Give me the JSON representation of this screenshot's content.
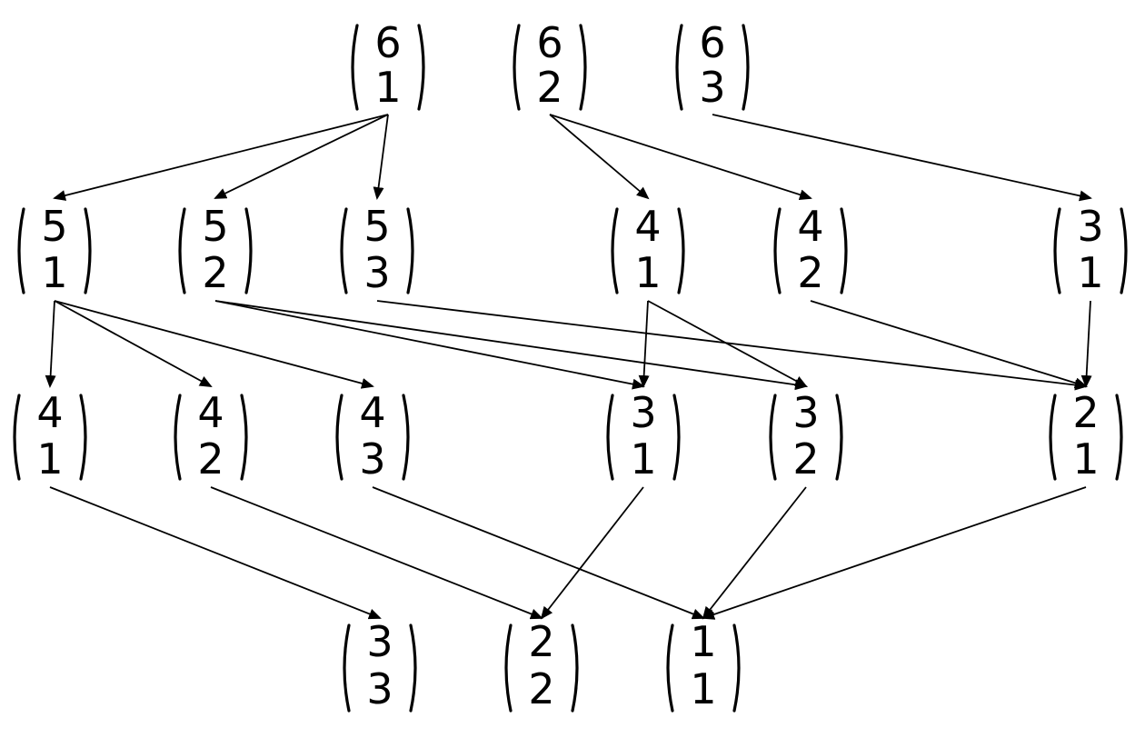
{
  "diagram": {
    "nodes": [
      {
        "id": "r0c0",
        "top": "6",
        "bottom": "1"
      },
      {
        "id": "r0c1",
        "top": "6",
        "bottom": "2"
      },
      {
        "id": "r0c2",
        "top": "6",
        "bottom": "3"
      },
      {
        "id": "r1c0",
        "top": "5",
        "bottom": "1"
      },
      {
        "id": "r1c1",
        "top": "5",
        "bottom": "2"
      },
      {
        "id": "r1c2",
        "top": "5",
        "bottom": "3"
      },
      {
        "id": "r1c3",
        "top": "4",
        "bottom": "1"
      },
      {
        "id": "r1c4",
        "top": "4",
        "bottom": "2"
      },
      {
        "id": "r1c5",
        "top": "3",
        "bottom": "1"
      },
      {
        "id": "r2c0",
        "top": "4",
        "bottom": "1"
      },
      {
        "id": "r2c1",
        "top": "4",
        "bottom": "2"
      },
      {
        "id": "r2c2",
        "top": "4",
        "bottom": "3"
      },
      {
        "id": "r2c3",
        "top": "3",
        "bottom": "1"
      },
      {
        "id": "r2c4",
        "top": "3",
        "bottom": "2"
      },
      {
        "id": "r2c5",
        "top": "2",
        "bottom": "1"
      },
      {
        "id": "r3c0",
        "top": "3",
        "bottom": "3"
      },
      {
        "id": "r3c1",
        "top": "2",
        "bottom": "2"
      },
      {
        "id": "r3c2",
        "top": "1",
        "bottom": "1"
      }
    ],
    "edges": [
      {
        "from": "r0c0",
        "to": "r1c0"
      },
      {
        "from": "r0c0",
        "to": "r1c1"
      },
      {
        "from": "r0c0",
        "to": "r1c2"
      },
      {
        "from": "r0c1",
        "to": "r1c3"
      },
      {
        "from": "r0c1",
        "to": "r1c4"
      },
      {
        "from": "r0c2",
        "to": "r1c5"
      },
      {
        "from": "r1c0",
        "to": "r2c0"
      },
      {
        "from": "r1c0",
        "to": "r2c1"
      },
      {
        "from": "r1c0",
        "to": "r2c2"
      },
      {
        "from": "r1c1",
        "to": "r2c3"
      },
      {
        "from": "r1c1",
        "to": "r2c4"
      },
      {
        "from": "r1c2",
        "to": "r2c5"
      },
      {
        "from": "r1c3",
        "to": "r2c3"
      },
      {
        "from": "r1c3",
        "to": "r2c4"
      },
      {
        "from": "r1c4",
        "to": "r2c5"
      },
      {
        "from": "r1c5",
        "to": "r2c5"
      },
      {
        "from": "r2c0",
        "to": "r3c0"
      },
      {
        "from": "r2c1",
        "to": "r3c1"
      },
      {
        "from": "r2c3",
        "to": "r3c1"
      },
      {
        "from": "r2c2",
        "to": "r3c2"
      },
      {
        "from": "r2c4",
        "to": "r3c2"
      },
      {
        "from": "r2c5",
        "to": "r3c2"
      }
    ]
  }
}
